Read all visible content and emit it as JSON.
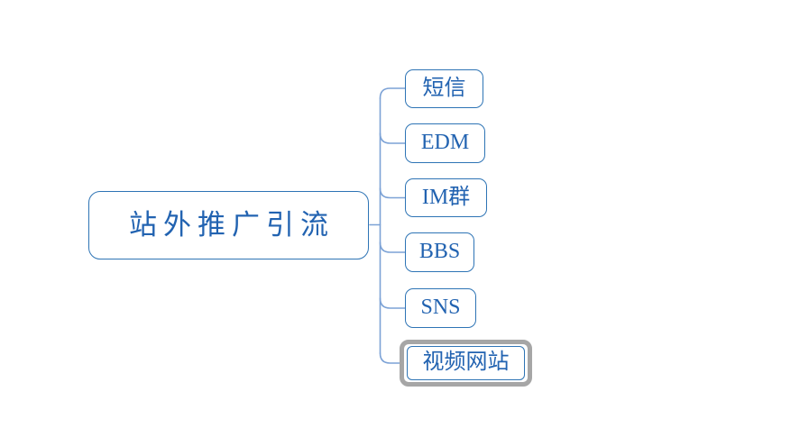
{
  "diagram": {
    "type": "mindmap",
    "root": {
      "label": "站外推广引流"
    },
    "children": [
      {
        "label": "短信"
      },
      {
        "label": "EDM"
      },
      {
        "label": "IM群"
      },
      {
        "label": "BBS"
      },
      {
        "label": "SNS"
      },
      {
        "label": "视频网站",
        "selected": true
      }
    ],
    "colors": {
      "node_border": "#2e74b5",
      "node_text": "#2263b1",
      "connector": "#7ca2d6",
      "selection_border": "#a6a6a6",
      "background": "#ffffff"
    }
  }
}
